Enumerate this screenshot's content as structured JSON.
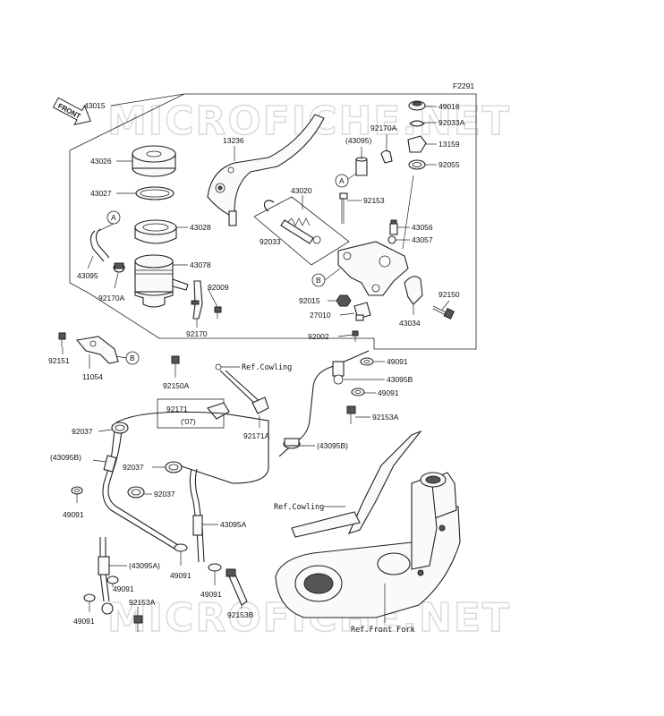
{
  "diagram": {
    "code": "F2291",
    "front_label": "FRONT",
    "watermark": "MICROFICHE.NET",
    "part_labels": {
      "p43015": "43015",
      "p43026": "43026",
      "p43027": "43027",
      "p43028": "43028",
      "p43095": "43095",
      "p92170A": "92170A",
      "p43078": "43078",
      "p92009": "92009",
      "p92170": "92170",
      "p13236": "13236",
      "p43020": "43020",
      "p92033": "92033",
      "p43095paren": "(43095)",
      "p92153": "92153",
      "p92170A_top": "92170A",
      "p49016": "49016",
      "p92033A": "92033A",
      "p13159": "13159",
      "p92055": "92055",
      "p43056": "43056",
      "p43057": "43057",
      "p92150": "92150",
      "p92015": "92015",
      "p27010": "27010",
      "p92002": "92002",
      "p43034": "43034",
      "p92151": "92151",
      "p11054": "11054",
      "p92150A": "92150A",
      "p49091_a": "49091",
      "p43095B": "43095B",
      "p49091_b": "49091",
      "p92153A_a": "92153A",
      "p92171": "92171",
      "p07": "('07)",
      "p92171A": "92171A",
      "p43095B_paren": "(43095B)",
      "p92037_a": "92037",
      "p43095B_left": "(43095B)",
      "p92037_b": "92037",
      "p92037_c": "92037",
      "p49091_c": "49091",
      "p43095A": "43095A",
      "p43095A_paren": "(43095A)",
      "p49091_d": "49091",
      "p49091_e": "49091",
      "p92153A_b": "92153A",
      "p49091_f": "49091",
      "p92153B": "92153B"
    },
    "refs": {
      "cowling_top": "Ref.Cowling",
      "cowling_bottom": "Ref.Cowling",
      "front_fork": "Ref.Front Fork"
    },
    "callouts": {
      "A1": "A",
      "A2": "A",
      "B1": "B",
      "B2": "B"
    }
  }
}
